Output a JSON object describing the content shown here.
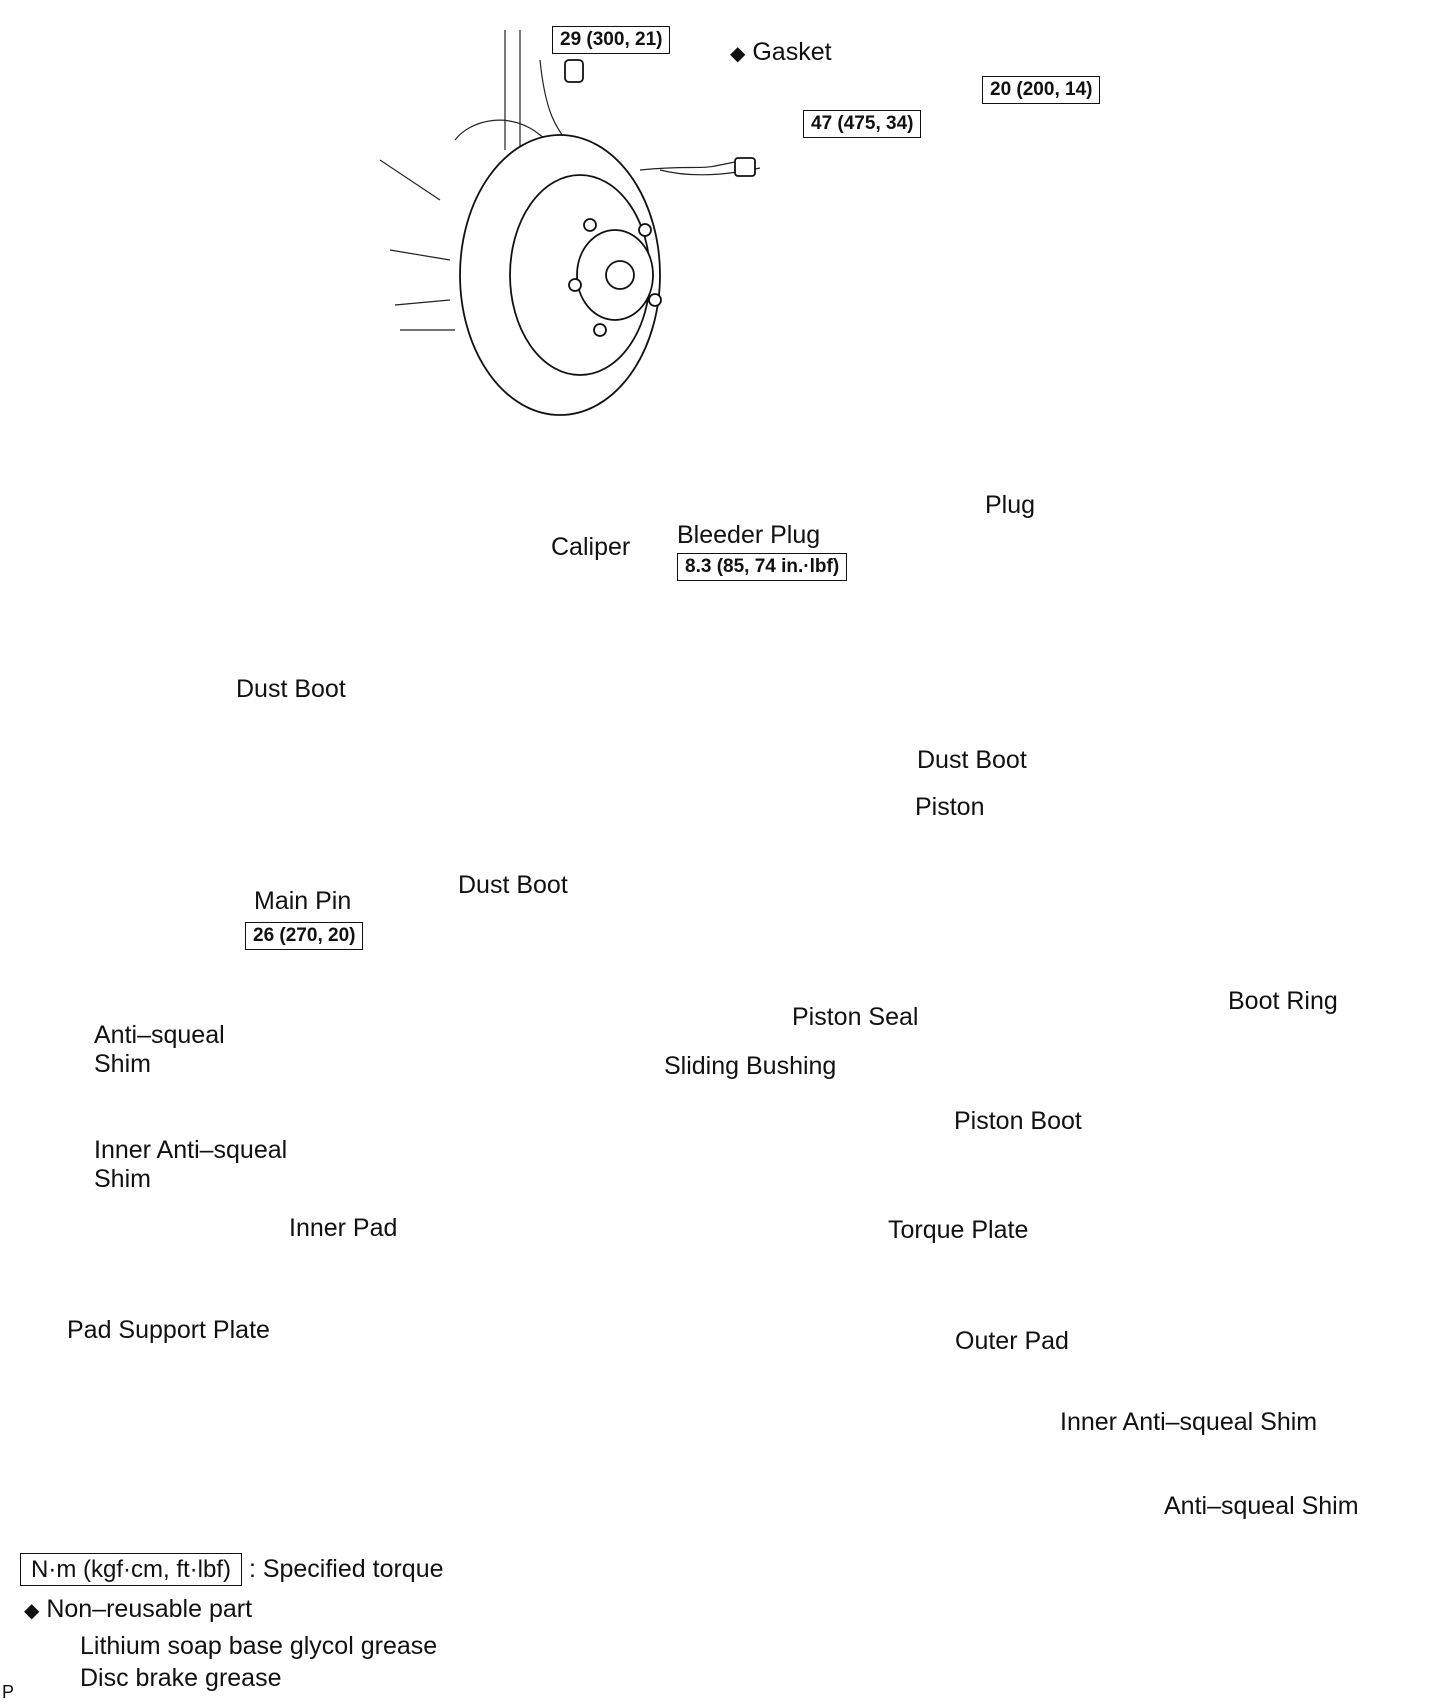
{
  "torque_specs": {
    "t1": "29 (300, 21)",
    "t2": "47 (475, 34)",
    "t3": "20 (200, 14)",
    "t4": "8.3 (85, 74 in.·lbf)",
    "t5": "26 (270, 20)"
  },
  "labels": {
    "gasket": "Gasket",
    "plug": "Plug",
    "bleeder_plug": "Bleeder Plug",
    "caliper": "Caliper",
    "dust_boot_left": "Dust Boot",
    "dust_boot_right": "Dust Boot",
    "dust_boot_center": "Dust Boot",
    "piston": "Piston",
    "main_pin": "Main Pin",
    "anti_squeal_shim_left": "Anti–squeal\nShim",
    "inner_anti_squeal_shim_left": "Inner Anti–squeal\nShim",
    "inner_pad": "Inner Pad",
    "piston_seal": "Piston Seal",
    "sliding_bushing": "Sliding Bushing",
    "boot_ring": "Boot Ring",
    "piston_boot": "Piston Boot",
    "torque_plate": "Torque Plate",
    "pad_support_plate": "Pad Support Plate",
    "outer_pad": "Outer Pad",
    "inner_anti_squeal_shim_right": "Inner Anti–squeal Shim",
    "anti_squeal_shim_right": "Anti–squeal Shim"
  },
  "legend": {
    "torque_unit": "N·m (kgf·cm, ft·lbf)",
    "torque_desc": ": Specified torque",
    "non_reusable": "Non–reusable part",
    "lithium": "Lithium soap base glycol grease",
    "disc_grease": "Disc brake grease",
    "corner_mark": "P"
  },
  "icons": {
    "diamond": "◆",
    "solid_arrow": "solid-arrow-icon",
    "hollow_arrow": "hollow-arrow-icon"
  }
}
